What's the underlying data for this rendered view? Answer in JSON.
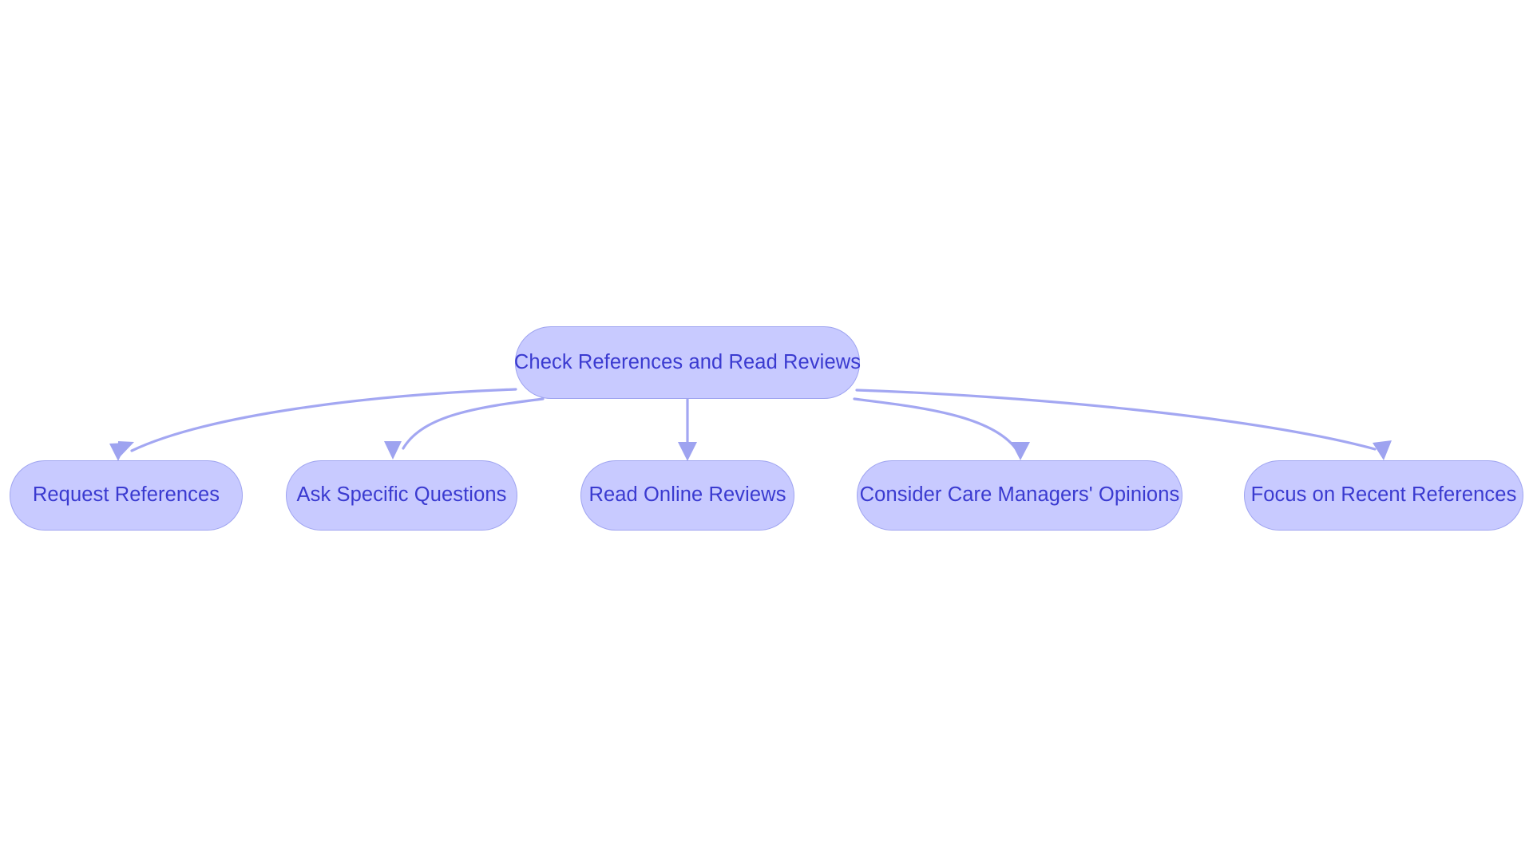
{
  "diagram": {
    "type": "flowchart",
    "orientation": "top-down",
    "background_color": "#ffffff",
    "node_fill_color": "#c8caff",
    "node_border_color": "#9fa4f0",
    "node_text_color": "#3a3ad0",
    "edge_color": "#a3a7f2",
    "arrowhead_color": "#9ea3f0",
    "root": {
      "id": "root",
      "label": "Check References and Read Reviews"
    },
    "children": [
      {
        "id": "c0",
        "label": "Request References"
      },
      {
        "id": "c1",
        "label": "Ask Specific Questions"
      },
      {
        "id": "c2",
        "label": "Read Online Reviews"
      },
      {
        "id": "c3",
        "label": "Consider Care Managers' Opinions"
      },
      {
        "id": "c4",
        "label": "Focus on Recent References"
      }
    ],
    "edges": [
      {
        "from": "root",
        "to": "c0",
        "arrowhead": "triangle-down"
      },
      {
        "from": "root",
        "to": "c1",
        "arrowhead": "triangle-down"
      },
      {
        "from": "root",
        "to": "c2",
        "arrowhead": "triangle-down"
      },
      {
        "from": "root",
        "to": "c3",
        "arrowhead": "triangle-down"
      },
      {
        "from": "root",
        "to": "c4",
        "arrowhead": "triangle-down"
      }
    ]
  }
}
